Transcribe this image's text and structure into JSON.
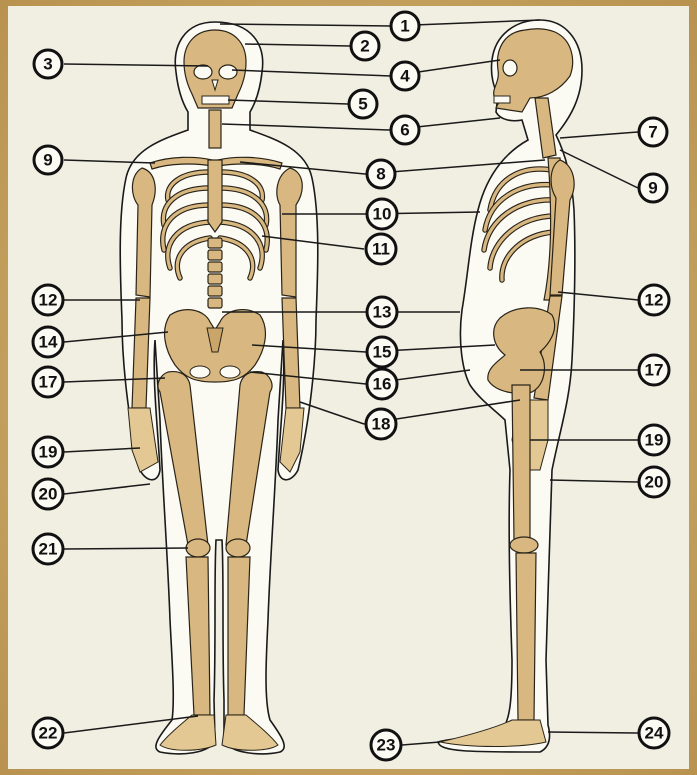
{
  "diagram": {
    "markers": [
      {
        "id": "m1",
        "label": "1"
      },
      {
        "id": "m2",
        "label": "2"
      },
      {
        "id": "m3",
        "label": "3"
      },
      {
        "id": "m4",
        "label": "4"
      },
      {
        "id": "m5",
        "label": "5"
      },
      {
        "id": "m6",
        "label": "6"
      },
      {
        "id": "m7",
        "label": "7"
      },
      {
        "id": "m8",
        "label": "8"
      },
      {
        "id": "m9a",
        "label": "9"
      },
      {
        "id": "m9b",
        "label": "9"
      },
      {
        "id": "m10",
        "label": "10"
      },
      {
        "id": "m11",
        "label": "11"
      },
      {
        "id": "m12a",
        "label": "12"
      },
      {
        "id": "m12b",
        "label": "12"
      },
      {
        "id": "m13",
        "label": "13"
      },
      {
        "id": "m14",
        "label": "14"
      },
      {
        "id": "m15",
        "label": "15"
      },
      {
        "id": "m16",
        "label": "16"
      },
      {
        "id": "m17a",
        "label": "17"
      },
      {
        "id": "m17b",
        "label": "17"
      },
      {
        "id": "m18",
        "label": "18"
      },
      {
        "id": "m19a",
        "label": "19"
      },
      {
        "id": "m19b",
        "label": "19"
      },
      {
        "id": "m20a",
        "label": "20"
      },
      {
        "id": "m20b",
        "label": "20"
      },
      {
        "id": "m21",
        "label": "21"
      },
      {
        "id": "m22",
        "label": "22"
      },
      {
        "id": "m23",
        "label": "23"
      },
      {
        "id": "m24",
        "label": "24"
      }
    ],
    "colors": {
      "bone": "#d8b880",
      "body_outline": "#fbfaf3",
      "background": "#f1eee2",
      "frame": "#c9a868"
    }
  }
}
